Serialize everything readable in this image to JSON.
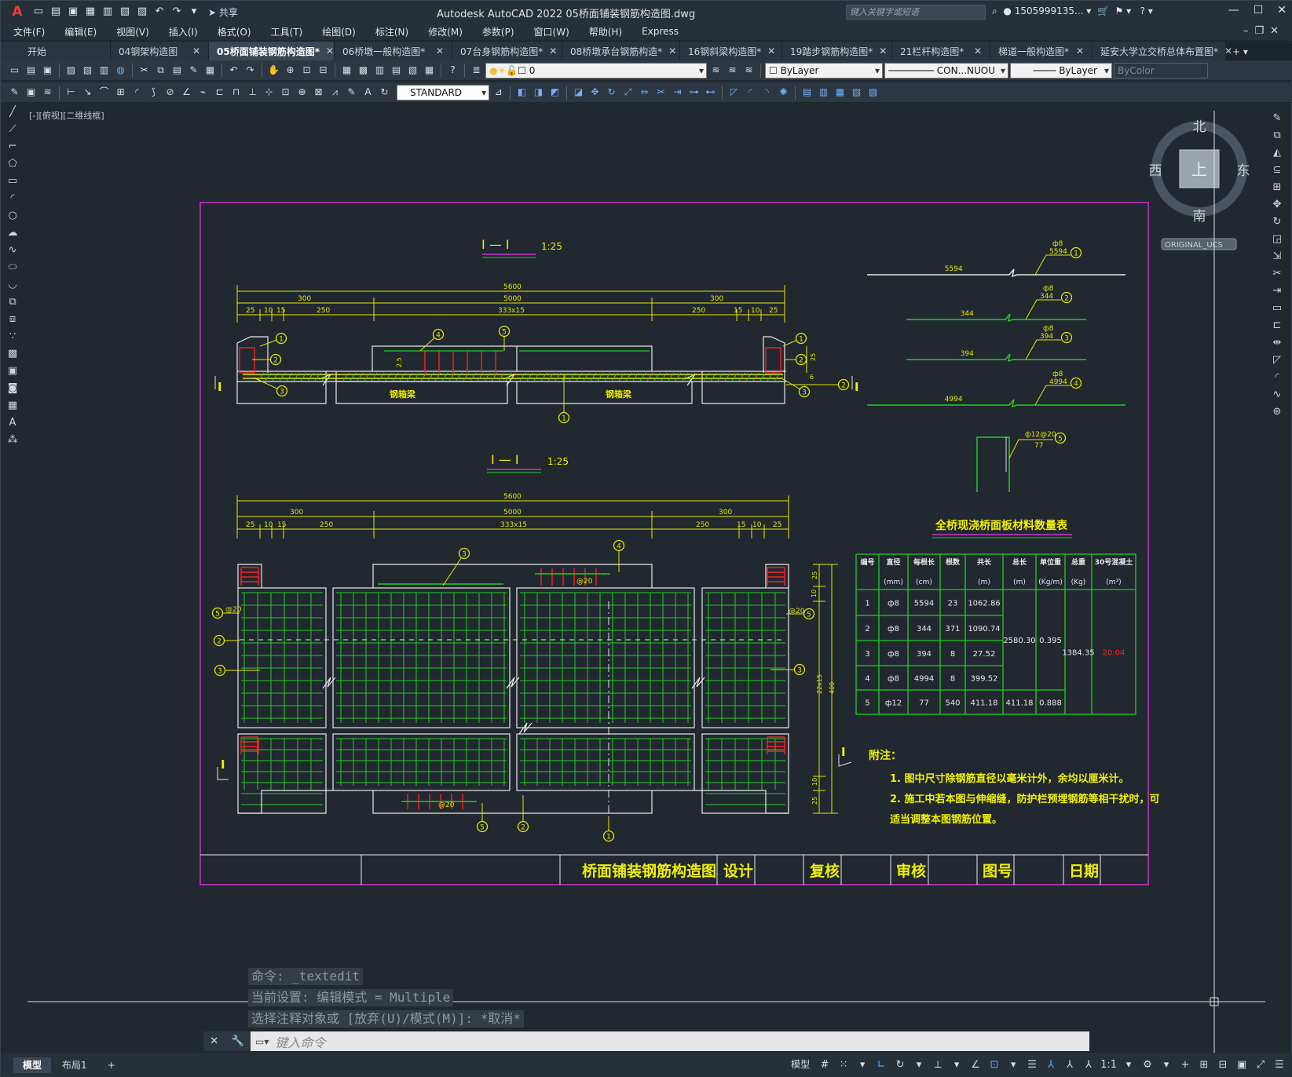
{
  "window": {
    "title": "Autodesk AutoCAD 2022    05桥面铺装钢筋构造图.dwg",
    "share": "共享",
    "search_placeholder": "键入关键字或短语",
    "user": "1505999135..."
  },
  "menu": [
    "文件(F)",
    "编辑(E)",
    "视图(V)",
    "插入(I)",
    "格式(O)",
    "工具(T)",
    "绘图(D)",
    "标注(N)",
    "修改(M)",
    "参数(P)",
    "窗口(W)",
    "帮助(H)",
    "Express"
  ],
  "tabs": [
    {
      "label": "开始",
      "close": false
    },
    {
      "label": "04钢架构造图",
      "close": true
    },
    {
      "label": "05桥面铺装钢筋构造图*",
      "close": true,
      "active": true
    },
    {
      "label": "06桥墩一般构造图*",
      "close": true
    },
    {
      "label": "07台身钢筋构造图*",
      "close": true
    },
    {
      "label": "08桥墩承台钢筋构造*",
      "close": true
    },
    {
      "label": "16钢斜梁构造图*",
      "close": true
    },
    {
      "label": "19踏步钢筋构造图*",
      "close": true
    },
    {
      "label": "21栏杆构造图*",
      "close": true
    },
    {
      "label": "梯道一般构造图*",
      "close": true
    },
    {
      "label": "延安大学立交桥总体布置图*",
      "close": true
    }
  ],
  "toolbar": {
    "layer": "0",
    "color": "ByLayer",
    "linetype": "CON...NUOU",
    "lineweight": "ByLayer",
    "plotstyle": "ByColor",
    "textstyle": "STANDARD"
  },
  "viewport_label": "[-][俯视][二维线框]",
  "viewcube": {
    "north": "北",
    "south": "南",
    "east": "东",
    "west": "西",
    "top": "上",
    "ucs": "ORIGINAL_UCS"
  },
  "command": {
    "history": [
      "命令: _textedit",
      "当前设置: 编辑模式 = Multiple",
      "选择注释对象或 [放弃(U)/模式(M)]: *取消*"
    ],
    "placeholder": "键入命令"
  },
  "layouts": [
    "模型",
    "布局1"
  ],
  "status": {
    "model": "模型",
    "scale": "1:1"
  },
  "drawing": {
    "section1_title": "I — I",
    "section1_scale": "1:25",
    "section2_title": "I — I",
    "section2_scale": "1:25",
    "dim_total": "5600",
    "dim_inner": "5000",
    "dim_side": "300",
    "dim_spacing": "333x15",
    "dim_250": "250",
    "dim_25": "25",
    "dim_10": "10",
    "dim_15": "15",
    "dim_2_5": "2.5",
    "dim_6": "6",
    "dim_22x15": "22x15",
    "dim_400": "400",
    "beam_label": "钢箱梁",
    "spacing_at20": "@20",
    "section_mark": "I",
    "bars": [
      {
        "num": "1",
        "dia": "ф8",
        "len": "5594",
        "seg": "5594"
      },
      {
        "num": "2",
        "dia": "ф8",
        "len": "344",
        "seg": "344"
      },
      {
        "num": "3",
        "dia": "ф8",
        "len": "394",
        "seg": "394"
      },
      {
        "num": "4",
        "dia": "ф8",
        "len": "4994",
        "seg": "4994"
      },
      {
        "num": "5",
        "dia": "ф12@20",
        "len": "77"
      }
    ],
    "table_title": "全桥现浇桥面板材料数量表",
    "table_headers": [
      "编号",
      "直径",
      "每根长",
      "根数",
      "共长",
      "总长",
      "单位重",
      "总重",
      "30号混凝土"
    ],
    "table_units": [
      "",
      "(mm)",
      "(cm)",
      "",
      "(m)",
      "(m)",
      "(Kg/m)",
      "(Kg)",
      "(m³)"
    ],
    "table_rows": [
      [
        "1",
        "ф8",
        "5594",
        "23",
        "1062.86"
      ],
      [
        "2",
        "ф8",
        "344",
        "371",
        "1090.74"
      ],
      [
        "3",
        "ф8",
        "394",
        "8",
        "27.52"
      ],
      [
        "4",
        "ф8",
        "4994",
        "8",
        "399.52"
      ],
      [
        "5",
        "ф12",
        "77",
        "540",
        "411.18"
      ]
    ],
    "table_merged": {
      "total_len_a": "2580.30",
      "unit_wt_a": "0.395",
      "total_len_b": "411.18",
      "unit_wt_b": "0.888",
      "total_wt": "1384.35",
      "concrete": "20.04"
    },
    "notes_title": "附注：",
    "notes": [
      "1.  图中尺寸除钢筋直径以毫米计外，余均以厘米计。",
      "2.  施工中若本图与伸缩缝，防护栏预埋钢筋等相干扰时，可",
      "     适当调整本图钢筋位置。"
    ],
    "titleblock": {
      "name": "桥面铺装钢筋构造图",
      "design": "设计",
      "review": "复核",
      "approve": "审核",
      "drawing_no": "图号",
      "date": "日期"
    }
  },
  "colors": {
    "frame": "#cc33cc",
    "line": "#e8e8e8",
    "dim": "#e6e600",
    "rebar": "#22cc22",
    "red": "#ff2020",
    "background": "#212830"
  }
}
